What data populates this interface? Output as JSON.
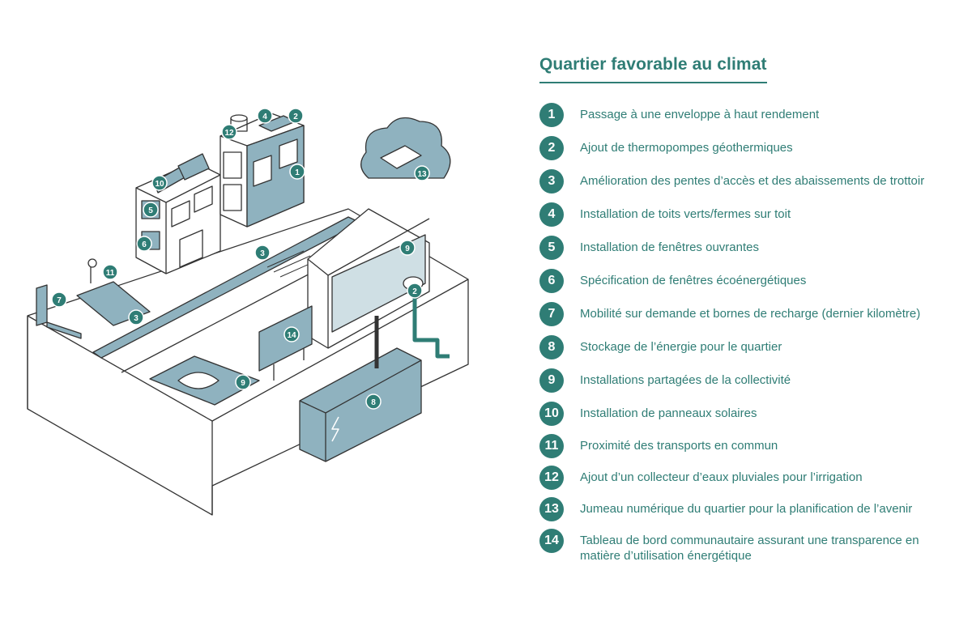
{
  "title": "Quartier favorable au climat",
  "items": [
    {
      "n": "1",
      "label": "Passage à une enveloppe à haut rendement"
    },
    {
      "n": "2",
      "label": "Ajout de thermopompes géothermiques"
    },
    {
      "n": "3",
      "label": "Amélioration des pentes d’accès et des abaissements de trottoir"
    },
    {
      "n": "4",
      "label": "Installation de toits verts/fermes sur toit"
    },
    {
      "n": "5",
      "label": "Installation de fenêtres ouvrantes"
    },
    {
      "n": "6",
      "label": "Spécification de fenêtres écoénergétiques"
    },
    {
      "n": "7",
      "label": "Mobilité sur demande et bornes de recharge (dernier kilomètre)"
    },
    {
      "n": "8",
      "label": "Stockage de l’énergie pour le quartier"
    },
    {
      "n": "9",
      "label": "Installations partagées de la collectivité"
    },
    {
      "n": "10",
      "label": "Installation de panneaux solaires"
    },
    {
      "n": "11",
      "label": "Proximité des transports en commun"
    },
    {
      "n": "12",
      "label": "Ajout d’un collecteur d’eaux pluviales pour l’irrigation"
    },
    {
      "n": "13",
      "label": "Jumeau numérique du quartier pour la planification de l’avenir"
    },
    {
      "n": "14",
      "label": "Tableau de bord communautaire assurant une transparence en matière d’utilisation énergétique"
    }
  ],
  "markers": [
    "1",
    "2",
    "3",
    "4",
    "5",
    "6",
    "7",
    "8",
    "9",
    "10",
    "11",
    "12",
    "13",
    "14",
    "3",
    "9",
    "2"
  ],
  "colors": {
    "accent": "#2f7d75",
    "fill": "#8fb2bf",
    "line": "#333333"
  }
}
